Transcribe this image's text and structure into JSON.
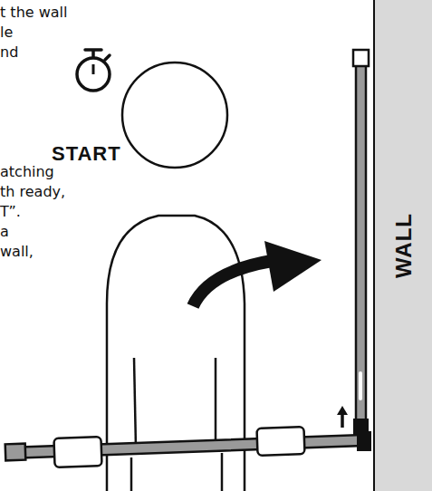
{
  "diagram": {
    "nodes": [
      {
        "text": [
          "WALL"
        ]
      }
    ],
    "labels": [
      "t the wall",
      "le",
      "nd",
      "START",
      "atching",
      "th ready,",
      "T”.",
      "a",
      "wall,"
    ]
  }
}
